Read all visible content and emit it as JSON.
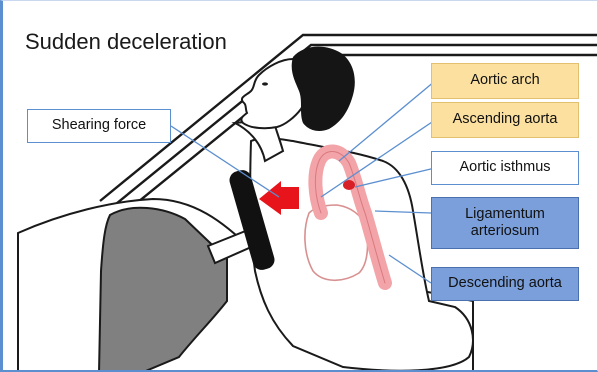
{
  "diagram": {
    "title": "Sudden deceleration",
    "labels": {
      "shearing_force": "Shearing force",
      "aortic_arch": "Aortic arch",
      "ascending_aorta": "Ascending aorta",
      "aortic_isthmus": "Aortic isthmus",
      "ligamentum_line1": "Ligamentum",
      "ligamentum_line2": "arteriosum",
      "descending_aorta": "Descending aorta"
    },
    "colors": {
      "label_yellow": "#fbe0a0",
      "label_blue": "#7a9fdb",
      "label_border": "#5b8fd0",
      "arrow_red": "#e8141b",
      "aorta_pink": "#f2a4a8",
      "isthmus_red": "#d91f26",
      "seat_gray": "#808080",
      "hair_black": "#151515"
    }
  }
}
